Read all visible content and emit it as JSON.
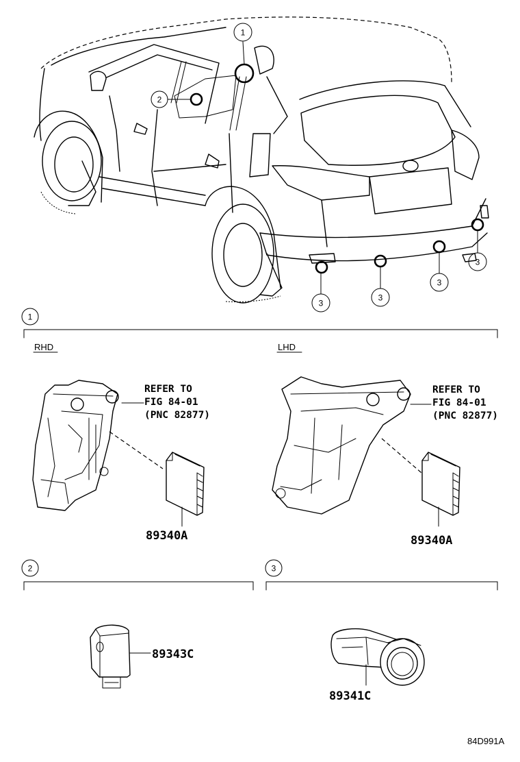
{
  "callouts": {
    "one": "1",
    "two": "2",
    "three": "3"
  },
  "sections": {
    "s1": {
      "index": "1",
      "left_label": "RHD",
      "right_label": "LHD"
    },
    "s2": {
      "index": "2"
    },
    "s3": {
      "index": "3"
    }
  },
  "notes": {
    "rhd": {
      "line1": "REFER TO",
      "line2": "FIG 84-01",
      "line3": "(PNC 82877)"
    },
    "lhd": {
      "line1": "REFER TO",
      "line2": "FIG 84-01",
      "line3": "(PNC 82877)"
    }
  },
  "parts": {
    "rhd_computer": "89340A",
    "lhd_computer": "89340A",
    "ultrasonic_sensor": "89343C",
    "clearance_sensor": "89341C"
  },
  "figure_code": "84D991A"
}
